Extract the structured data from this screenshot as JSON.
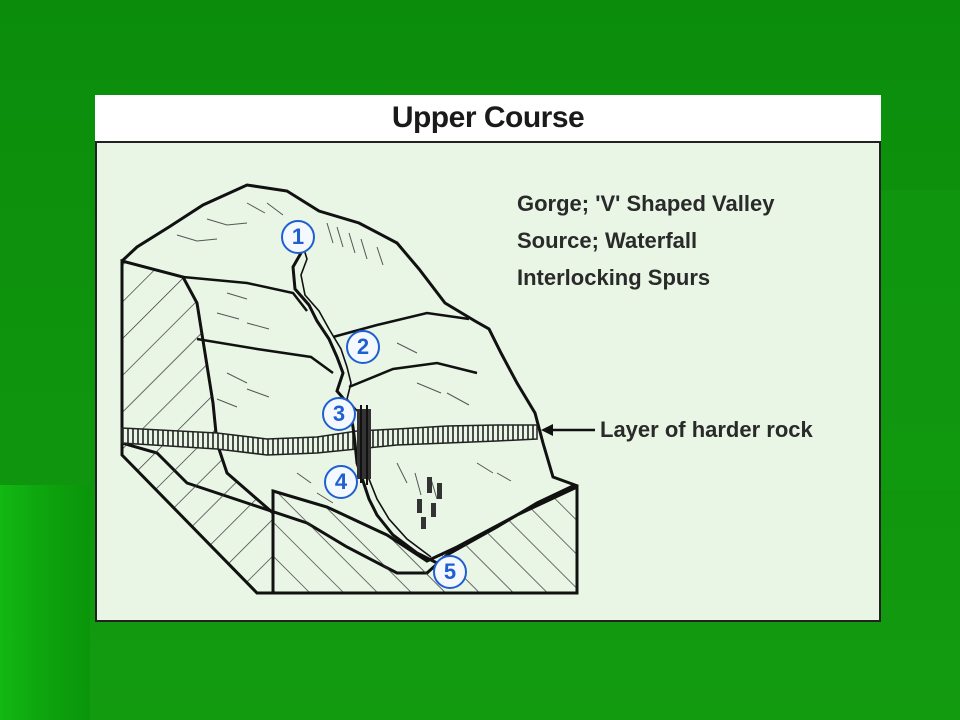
{
  "title": "Upper Course",
  "legend": [
    "Gorge; 'V' Shaped Valley",
    "Source; Waterfall",
    "Interlocking Spurs"
  ],
  "rock_label": "Layer of harder rock",
  "markers": [
    "1",
    "2",
    "3",
    "4",
    "5"
  ],
  "colors": {
    "background_green": "#0a8a0a",
    "panel": "#e9f6e6",
    "marker_blue": "#1f5fd0"
  }
}
